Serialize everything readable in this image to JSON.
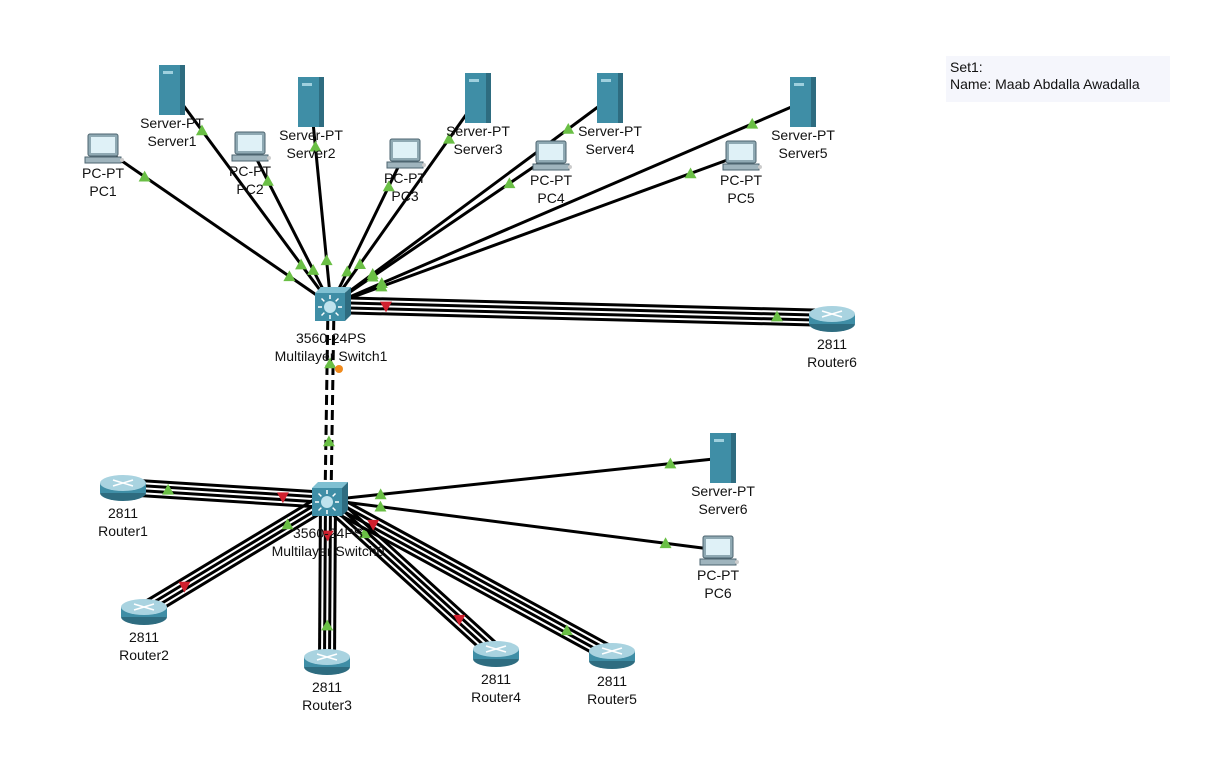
{
  "note": {
    "line1": "Set1:",
    "line2": "Name: Maab Abdalla Awadalla"
  },
  "colors": {
    "link": "#000000",
    "link_up": "#6abf45",
    "link_down": "#d0202e",
    "device": "#3f8ea6"
  },
  "devices": [
    {
      "id": "pc1",
      "type": "pc",
      "model": "PC-PT",
      "name": "PC1"
    },
    {
      "id": "server1",
      "type": "server",
      "model": "Server-PT",
      "name": "Server1"
    },
    {
      "id": "pc2",
      "type": "pc",
      "model": "PC-PT",
      "name": "PC2"
    },
    {
      "id": "server2",
      "type": "server",
      "model": "Server-PT",
      "name": "Server2"
    },
    {
      "id": "pc3",
      "type": "pc",
      "model": "PC-PT",
      "name": "PC3"
    },
    {
      "id": "server3",
      "type": "server",
      "model": "Server-PT",
      "name": "Server3"
    },
    {
      "id": "pc4",
      "type": "pc",
      "model": "PC-PT",
      "name": "PC4"
    },
    {
      "id": "server4",
      "type": "server",
      "model": "Server-PT",
      "name": "Server4"
    },
    {
      "id": "pc5",
      "type": "pc",
      "model": "PC-PT",
      "name": "PC5"
    },
    {
      "id": "server5",
      "type": "server",
      "model": "Server-PT",
      "name": "Server5"
    },
    {
      "id": "switch1",
      "type": "switch",
      "model": "3560-24PS",
      "name": "Multilayer Switch1"
    },
    {
      "id": "router6",
      "type": "router",
      "model": "2811",
      "name": "Router6"
    },
    {
      "id": "switch0",
      "type": "switch",
      "model": "3560-24PS",
      "name": "Multilayer Switch0"
    },
    {
      "id": "router1",
      "type": "router",
      "model": "2811",
      "name": "Router1"
    },
    {
      "id": "router2",
      "type": "router",
      "model": "2811",
      "name": "Router2"
    },
    {
      "id": "router3",
      "type": "router",
      "model": "2811",
      "name": "Router3"
    },
    {
      "id": "router4",
      "type": "router",
      "model": "2811",
      "name": "Router4"
    },
    {
      "id": "router5",
      "type": "router",
      "model": "2811",
      "name": "Router5"
    },
    {
      "id": "server6",
      "type": "server",
      "model": "Server-PT",
      "name": "Server6"
    },
    {
      "id": "pc6",
      "type": "pc",
      "model": "PC-PT",
      "name": "PC6"
    }
  ],
  "links": [
    {
      "from": "switch1",
      "to": "pc1",
      "count": 1
    },
    {
      "from": "switch1",
      "to": "server1",
      "count": 1
    },
    {
      "from": "switch1",
      "to": "pc2",
      "count": 1
    },
    {
      "from": "switch1",
      "to": "server2",
      "count": 1
    },
    {
      "from": "switch1",
      "to": "pc3",
      "count": 1
    },
    {
      "from": "switch1",
      "to": "server3",
      "count": 1
    },
    {
      "from": "switch1",
      "to": "pc4",
      "count": 1
    },
    {
      "from": "switch1",
      "to": "server4",
      "count": 1
    },
    {
      "from": "switch1",
      "to": "pc5",
      "count": 1
    },
    {
      "from": "switch1",
      "to": "server5",
      "count": 1
    },
    {
      "from": "switch1",
      "to": "router6",
      "count": 4
    },
    {
      "from": "switch1",
      "to": "switch0",
      "count": 2,
      "style": "dashed"
    },
    {
      "from": "switch0",
      "to": "router1",
      "count": 4
    },
    {
      "from": "switch0",
      "to": "router2",
      "count": 4
    },
    {
      "from": "switch0",
      "to": "router3",
      "count": 4
    },
    {
      "from": "switch0",
      "to": "router4",
      "count": 4
    },
    {
      "from": "switch0",
      "to": "router5",
      "count": 4
    },
    {
      "from": "switch0",
      "to": "server6",
      "count": 1
    },
    {
      "from": "switch0",
      "to": "pc6",
      "count": 1
    }
  ]
}
